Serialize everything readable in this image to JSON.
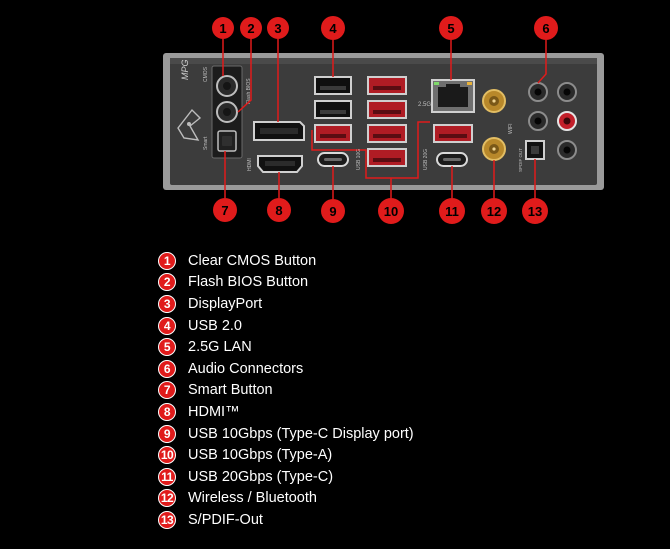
{
  "colors": {
    "background": "#000000",
    "callout_red": "#e01b1b",
    "panel_metal": "#3a3a3a",
    "panel_frame": "#8a8a8a",
    "text": "#ffffff"
  },
  "panel": {
    "brand_text": "MPG",
    "port_labels": {
      "cmos": "CMOS",
      "flash": "Flash BIOS",
      "smart": "Smart",
      "lan_speed": "2.5G",
      "usb10": "USB 10G",
      "usb20": "USB 20G",
      "wifi": "WIFI",
      "hdmi": "HDMI",
      "spdif": "SPDIF OUT"
    }
  },
  "callouts": [
    {
      "number": "1",
      "label": "Clear CMOS Button"
    },
    {
      "number": "2",
      "label": "Flash BIOS Button"
    },
    {
      "number": "3",
      "label": "DisplayPort"
    },
    {
      "number": "4",
      "label": "USB 2.0"
    },
    {
      "number": "5",
      "label": "2.5G LAN"
    },
    {
      "number": "6",
      "label": "Audio Connectors"
    },
    {
      "number": "7",
      "label": "Smart Button"
    },
    {
      "number": "8",
      "label": "HDMI™"
    },
    {
      "number": "9",
      "label": "USB 10Gbps (Type-C Display port)"
    },
    {
      "number": "10",
      "label": "USB 10Gbps (Type-A)"
    },
    {
      "number": "11",
      "label": "USB 20Gbps (Type-C)"
    },
    {
      "number": "12",
      "label": "Wireless / Bluetooth"
    },
    {
      "number": "13",
      "label": "S/PDIF-Out"
    }
  ]
}
